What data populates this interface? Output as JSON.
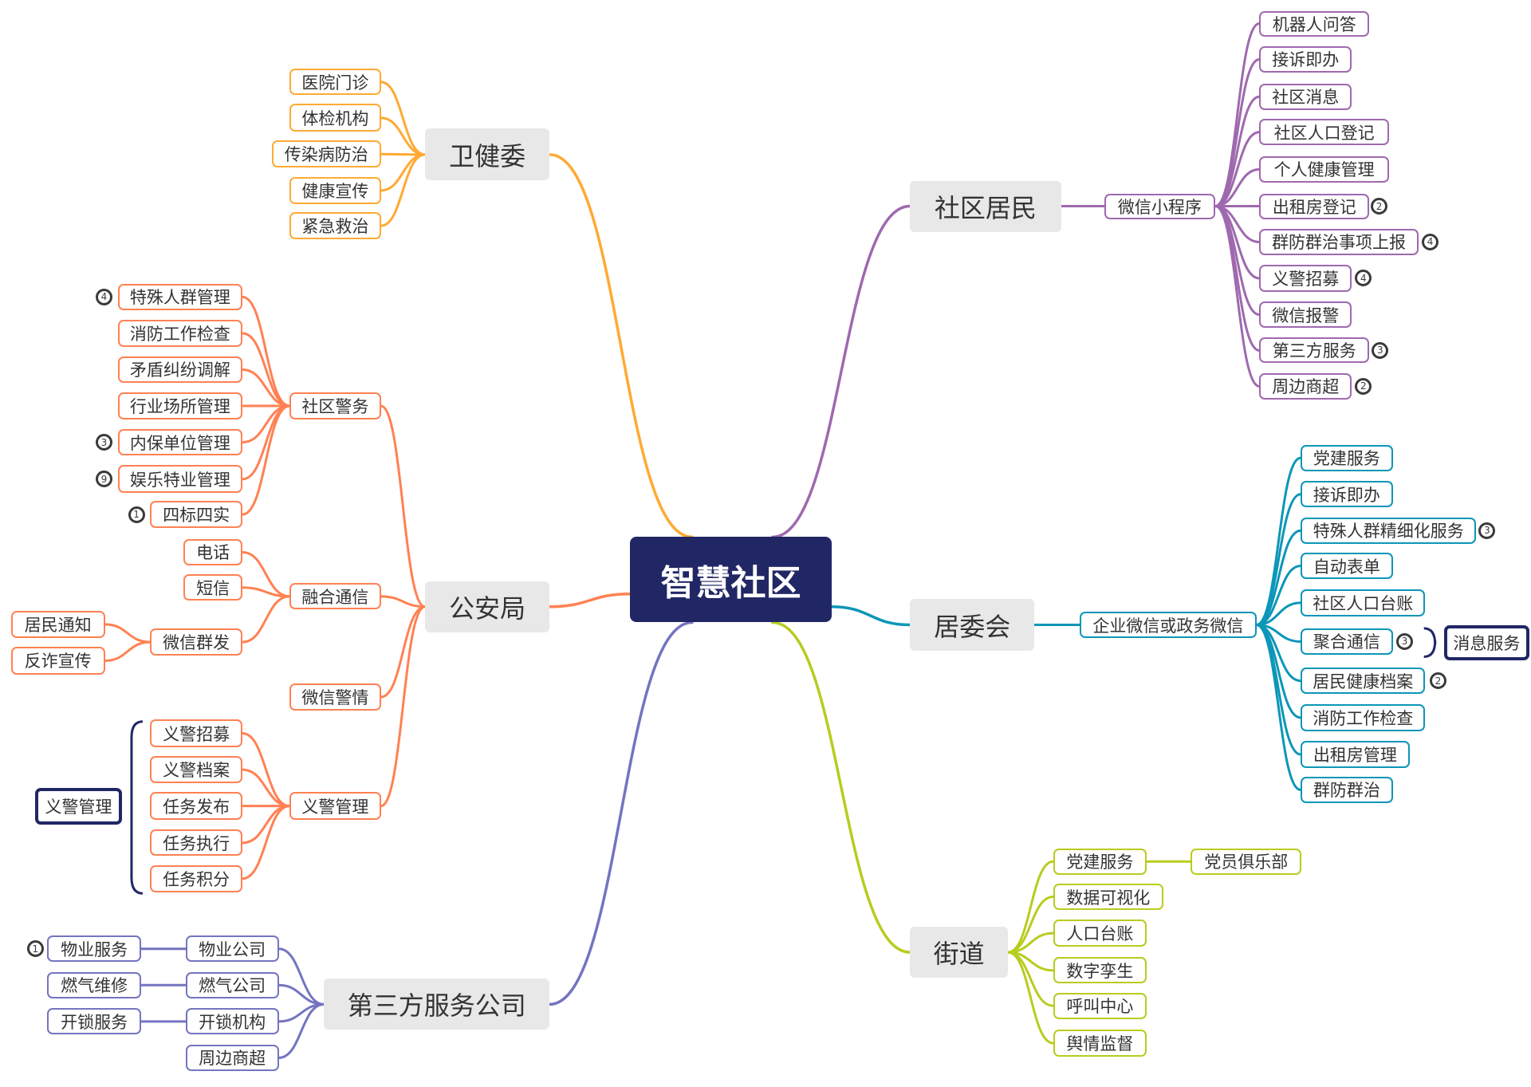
{
  "root": {
    "label": "智慧社区",
    "color": "#212765"
  },
  "branches": [
    {
      "id": "wjw",
      "label": "卫健委",
      "color": "#FFAA33",
      "children": [
        {
          "label": "医院门诊"
        },
        {
          "label": "体检机构"
        },
        {
          "label": "传染病防治"
        },
        {
          "label": "健康宣传"
        },
        {
          "label": "紧急救治"
        }
      ]
    },
    {
      "id": "gaj",
      "label": "公安局",
      "color": "#FF8153",
      "children": [
        {
          "label": "社区警务",
          "children": [
            {
              "label": "特殊人群管理",
              "badge": "4"
            },
            {
              "label": "消防工作检查"
            },
            {
              "label": "矛盾纠纷调解"
            },
            {
              "label": "行业场所管理"
            },
            {
              "label": "内保单位管理",
              "badge": "3"
            },
            {
              "label": "娱乐特业管理",
              "badge": "9"
            },
            {
              "label": "四标四实",
              "badge": "1"
            }
          ]
        },
        {
          "label": "融合通信",
          "children": [
            {
              "label": "电话"
            },
            {
              "label": "短信"
            },
            {
              "label": "微信群发",
              "children": [
                {
                  "label": "居民通知"
                },
                {
                  "label": "反诈宣传"
                }
              ]
            }
          ]
        },
        {
          "label": "微信警情"
        },
        {
          "label": "义警管理",
          "children": [
            {
              "label": "义警招募"
            },
            {
              "label": "义警档案"
            },
            {
              "label": "任务发布"
            },
            {
              "label": "任务执行"
            },
            {
              "label": "任务积分"
            }
          ],
          "summary": "义警管理"
        }
      ]
    },
    {
      "id": "dsf",
      "label": "第三方服务公司",
      "color": "#7474C1",
      "children": [
        {
          "label": "物业公司",
          "children": [
            {
              "label": "物业服务",
              "badge": "1"
            }
          ]
        },
        {
          "label": "燃气公司",
          "children": [
            {
              "label": "燃气维修"
            }
          ]
        },
        {
          "label": "开锁机构",
          "children": [
            {
              "label": "开锁服务"
            }
          ]
        },
        {
          "label": "周边商超"
        }
      ]
    },
    {
      "id": "sqjm",
      "label": "社区居民",
      "color": "#9F69AE",
      "children": [
        {
          "label": "微信小程序",
          "children": [
            {
              "label": "机器人问答"
            },
            {
              "label": "接诉即办"
            },
            {
              "label": "社区消息"
            },
            {
              "label": "社区人口登记"
            },
            {
              "label": "个人健康管理"
            },
            {
              "label": "出租房登记",
              "badge": "2"
            },
            {
              "label": "群防群治事项上报",
              "badge": "4"
            },
            {
              "label": "义警招募",
              "badge": "4"
            },
            {
              "label": "微信报警"
            },
            {
              "label": "第三方服务",
              "badge": "3"
            },
            {
              "label": "周边商超",
              "badge": "2"
            }
          ]
        }
      ]
    },
    {
      "id": "jwh",
      "label": "居委会",
      "color": "#0C96B8",
      "children": [
        {
          "label": "企业微信或政务微信",
          "children": [
            {
              "label": "党建服务"
            },
            {
              "label": "接诉即办"
            },
            {
              "label": "特殊人群精细化服务",
              "badge": "3"
            },
            {
              "label": "自动表单"
            },
            {
              "label": "社区人口台账"
            },
            {
              "label": "聚合通信",
              "badge": "3"
            },
            {
              "label": "居民健康档案",
              "badge": "2"
            },
            {
              "label": "消防工作检查"
            },
            {
              "label": "出租房管理"
            },
            {
              "label": "群防群治"
            }
          ],
          "summary": "消息服务"
        }
      ]
    },
    {
      "id": "jd",
      "label": "街道",
      "color": "#B8CC1F",
      "children": [
        {
          "label": "党建服务",
          "children": [
            {
              "label": "党员俱乐部"
            }
          ]
        },
        {
          "label": "数据可视化"
        },
        {
          "label": "人口台账"
        },
        {
          "label": "数字孪生"
        },
        {
          "label": "呼叫中心"
        },
        {
          "label": "舆情监督"
        }
      ]
    }
  ],
  "summary_color": "#212765",
  "icons": {
    "badge": "numbered-priority-circle"
  }
}
